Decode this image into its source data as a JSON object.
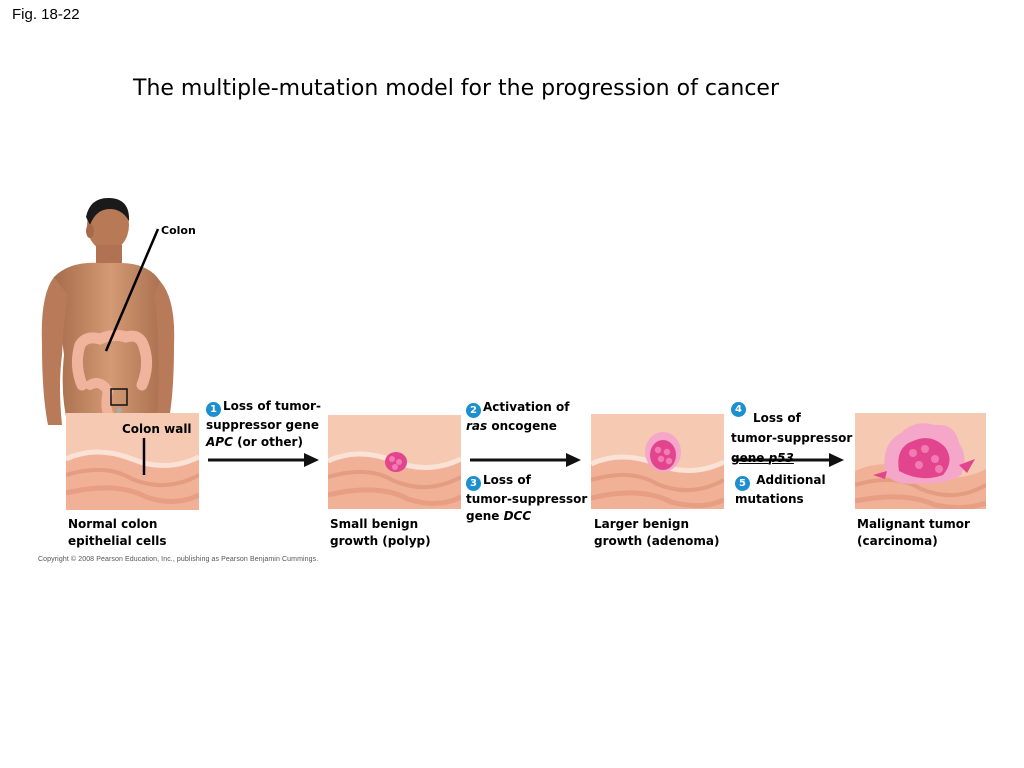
{
  "fig_label": "Fig. 18-22",
  "title": "The multiple-mutation model for the progression of cancer",
  "figure": {
    "colon_label": "Colon",
    "colon_wall_label": "Colon wall",
    "stages": [
      {
        "line1": "Normal colon",
        "line2": "epithelial cells"
      },
      {
        "line1": "Small benign",
        "line2": "growth (polyp)"
      },
      {
        "line1": "Larger benign",
        "line2": "growth (adenoma)"
      },
      {
        "line1": "Malignant tumor",
        "line2": "(carcinoma)"
      }
    ],
    "steps": [
      {
        "num": "1",
        "line1": "Loss of tumor-",
        "line2": "suppressor gene",
        "line3_italic": "APC",
        "line3_rest": " (or other)"
      },
      {
        "num": "2",
        "line1": "Activation of",
        "line2_italic": "ras",
        "line2_rest": " oncogene"
      },
      {
        "num": "3",
        "line1": "Loss of",
        "line2": "tumor-suppressor",
        "line3_prefix": "gene ",
        "line3_italic": "DCC"
      },
      {
        "num": "4",
        "line1": "Loss of",
        "line2": "tumor-suppressor",
        "line3_prefix": "gene ",
        "line3_italic": "p53"
      },
      {
        "num": "5",
        "line1": "Additional",
        "line2": "mutations"
      }
    ]
  },
  "copyright": "Copyright © 2008 Pearson Education, Inc., publishing as Pearson Benjamin Cummings.",
  "colors": {
    "badge": "#1b8fd0",
    "skin": "#c98a64",
    "tissue": "#f2b8a0",
    "tumor": "#e2458e"
  }
}
